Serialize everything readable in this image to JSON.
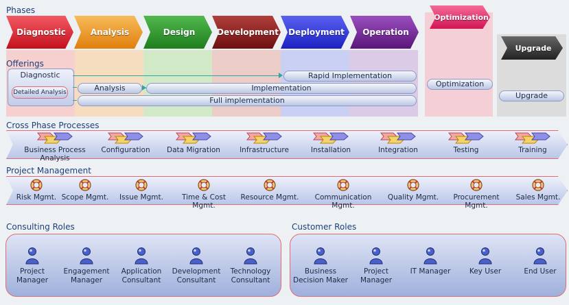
{
  "sections": {
    "phases": "Phases",
    "offerings": "Offerings",
    "cross_phase": "Cross Phase Processes",
    "project_mgmt": "Project Management",
    "consulting_roles": "Consulting Roles",
    "customer_roles": "Customer Roles"
  },
  "phases": [
    {
      "label": "Diagnostic",
      "color": "#e8202f"
    },
    {
      "label": "Analysis",
      "color": "#f39a1e"
    },
    {
      "label": "Design",
      "color": "#2e9b2c"
    },
    {
      "label": "Development",
      "color": "#8a1c1c"
    },
    {
      "label": "Deployment",
      "color": "#2830d8"
    },
    {
      "label": "Operation",
      "color": "#6a1c8c"
    },
    {
      "label": "Optimization",
      "color": "#e8246a"
    },
    {
      "label": "Upgrade",
      "color": "#3a3a3a"
    }
  ],
  "offerings": {
    "diagnostic_box": "Diagnostic",
    "detailed_analysis": "Detailed Analysis",
    "rapid_implementation": "Rapid Implementation",
    "analysis": "Analysis",
    "implementation": "Implementation",
    "full_implementation": "Full implementation",
    "optimization": "Optimization",
    "upgrade": "Upgrade"
  },
  "cross_phase_processes": [
    "Business Process Analysis",
    "Configuration",
    "Data Migration",
    "Infrastructure",
    "Installation",
    "Integration",
    "Testing",
    "Training"
  ],
  "project_management": [
    "Risk Mgmt.",
    "Scope Mgmt.",
    "Issue Mgmt.",
    "Time & Cost Mgmt.",
    "Resource Mgmt.",
    "Communication Mgmt.",
    "Quality Mgmt.",
    "Procurement Mgmt.",
    "Sales Mgmt."
  ],
  "consulting_roles": [
    {
      "line1": "Project",
      "line2": "Manager"
    },
    {
      "line1": "Engagement",
      "line2": "Manager"
    },
    {
      "line1": "Application",
      "line2": "Consultant"
    },
    {
      "line1": "Development",
      "line2": "Consultant"
    },
    {
      "line1": "Technology",
      "line2": "Consultant"
    }
  ],
  "customer_roles": [
    {
      "line1": "Business",
      "line2": "Decision Maker"
    },
    {
      "line1": "Project",
      "line2": "Manager"
    },
    {
      "line1": "IT Manager",
      "line2": ""
    },
    {
      "line1": "Key User",
      "line2": ""
    },
    {
      "line1": "End User",
      "line2": ""
    }
  ]
}
